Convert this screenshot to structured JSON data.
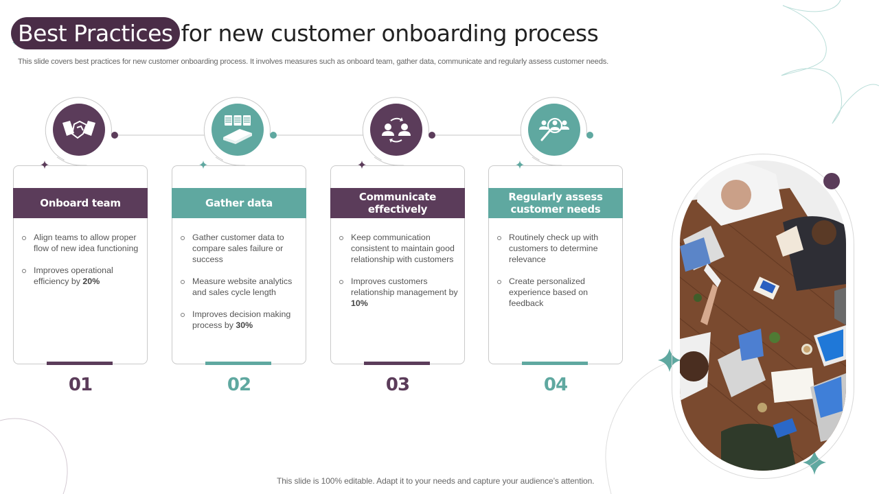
{
  "slide": {
    "title_highlight": "Best Practices",
    "title_rest": "for new customer onboarding process",
    "subtitle": "This slide covers best practices for new customer onboarding process. It involves measures such as onboard team, gather data, communicate and regularly assess customer needs.",
    "footer": "This slide is 100% editable. Adapt it to your needs and capture your audience’s attention."
  },
  "colors": {
    "primary_purple": "#5b3c5a",
    "title_purple": "#4a2d47",
    "accent_teal": "#5fa8a0"
  },
  "steps": [
    {
      "number": "01",
      "heading": "Onboard team",
      "icon": "handshake-icon",
      "color": "purple",
      "bullets": [
        {
          "text": "Align teams to allow proper flow of new idea functioning",
          "bold": ""
        },
        {
          "text": "Improves  operational efficiency by ",
          "bold": "20%"
        }
      ]
    },
    {
      "number": "02",
      "heading": "Gather data",
      "icon": "database-icon",
      "color": "teal",
      "bullets": [
        {
          "text": "Gather customer data to compare sales failure or success",
          "bold": ""
        },
        {
          "text": "Measure website analytics and sales cycle length",
          "bold": ""
        },
        {
          "text": "Improves  decision making process by ",
          "bold": "30%"
        }
      ]
    },
    {
      "number": "03",
      "heading": "Communicate effectively",
      "icon": "user-exchange-icon",
      "color": "purple",
      "bullets": [
        {
          "text": "Keep communication consistent to maintain good relationship with customers",
          "bold": ""
        },
        {
          "text": "Improves  customers relationship management by ",
          "bold": "10%"
        }
      ]
    },
    {
      "number": "04",
      "heading": "Regularly assess customer needs",
      "icon": "customer-search-icon",
      "color": "teal",
      "bullets": [
        {
          "text": "Routinely check up with customers to determine relevance",
          "bold": ""
        },
        {
          "text": "Create personalized experience based on feedback",
          "bold": ""
        }
      ]
    }
  ],
  "image": {
    "subject": "team-meeting-photo"
  }
}
